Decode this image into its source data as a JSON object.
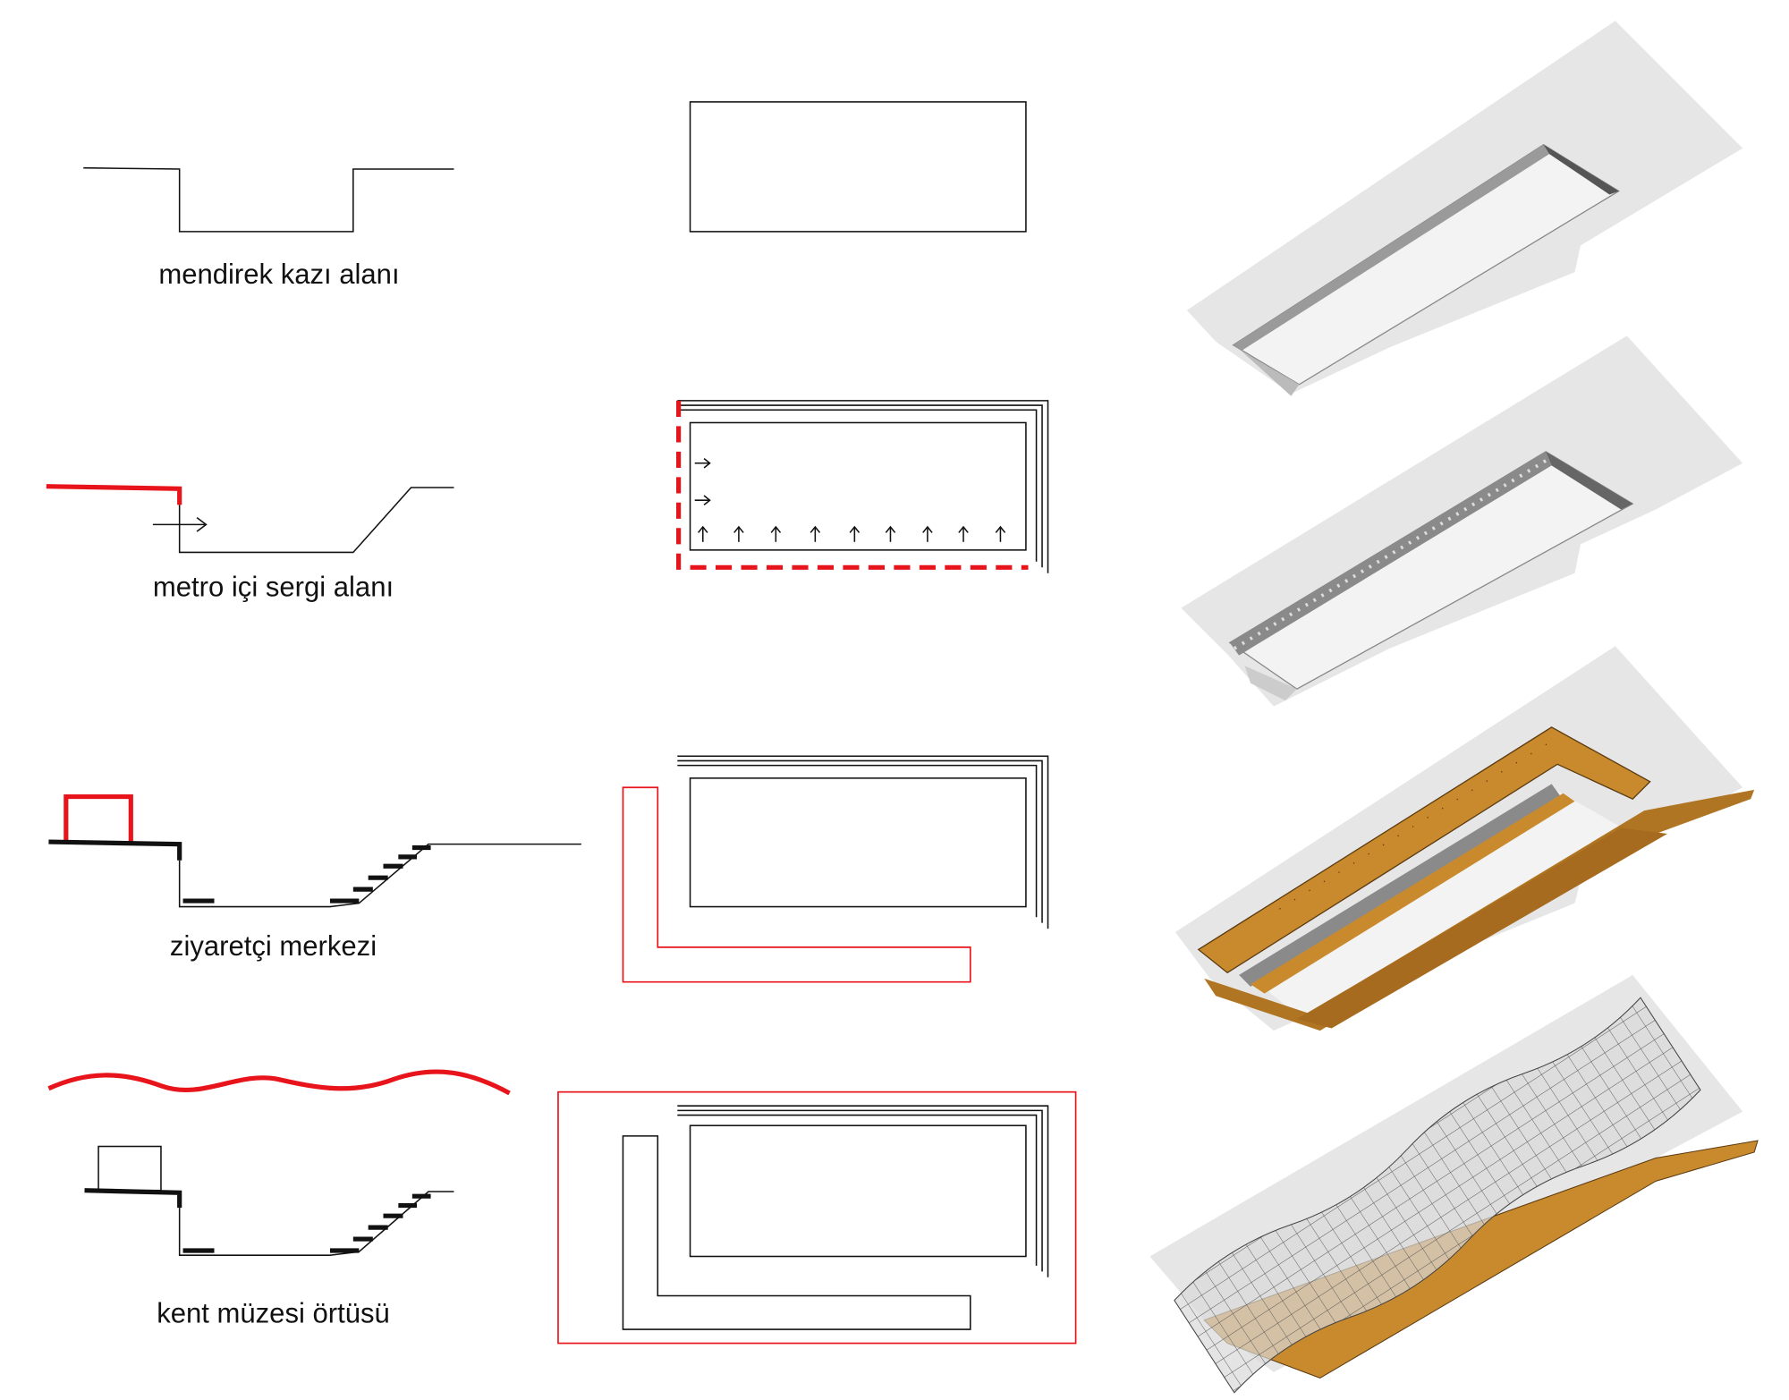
{
  "rows": [
    {
      "label": "mendirek kazı alanı"
    },
    {
      "label": "metro içi sergi alanı"
    },
    {
      "label": "ziyaretçi merkezi"
    },
    {
      "label": "kent müzesi örtüsü"
    }
  ],
  "colors": {
    "accent_red": "#e8141b",
    "line": "#111111",
    "ground_gray": "#e6e6e6",
    "wood": "#c98a2e"
  }
}
